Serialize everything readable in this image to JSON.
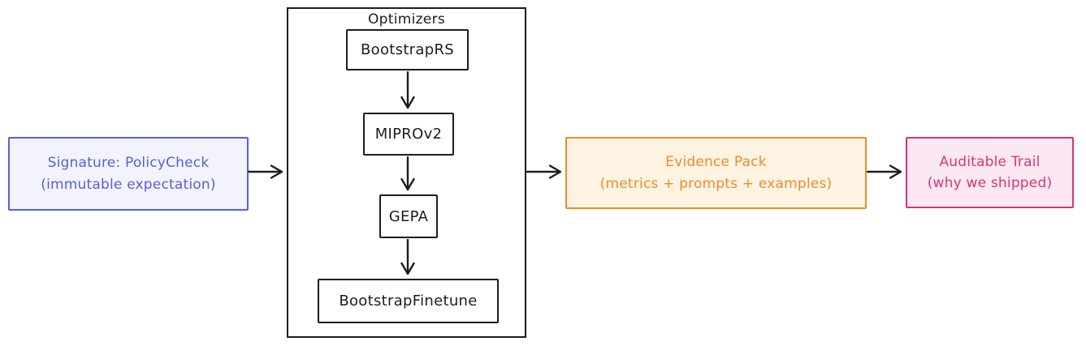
{
  "diagram": {
    "nodes": {
      "signature": {
        "title": "Signature: PolicyCheck",
        "subtitle": "(immutable expectation)",
        "stroke_color": "#5661d8",
        "fill_color": "#f2f3fd"
      },
      "optimizers": {
        "label": "Optimizers",
        "stroke_color": "#1d1d20",
        "steps": [
          "BootstrapRS",
          "MIPROv2",
          "GEPA",
          "BootstrapFinetune"
        ]
      },
      "evidence": {
        "title": "Evidence Pack",
        "subtitle": "(metrics + prompts + examples)",
        "stroke_color": "#ee8c28",
        "fill_color": "#fdf3e3"
      },
      "audit": {
        "title": "Auditable Trail",
        "subtitle": "(why we shipped)",
        "stroke_color": "#d63479",
        "fill_color": "#fce8f2"
      }
    },
    "edges": [
      "signature -> optimizers",
      "BootstrapRS -> MIPROv2",
      "MIPROv2 -> GEPA",
      "GEPA -> BootstrapFinetune",
      "optimizers -> evidence",
      "evidence -> audit"
    ]
  }
}
